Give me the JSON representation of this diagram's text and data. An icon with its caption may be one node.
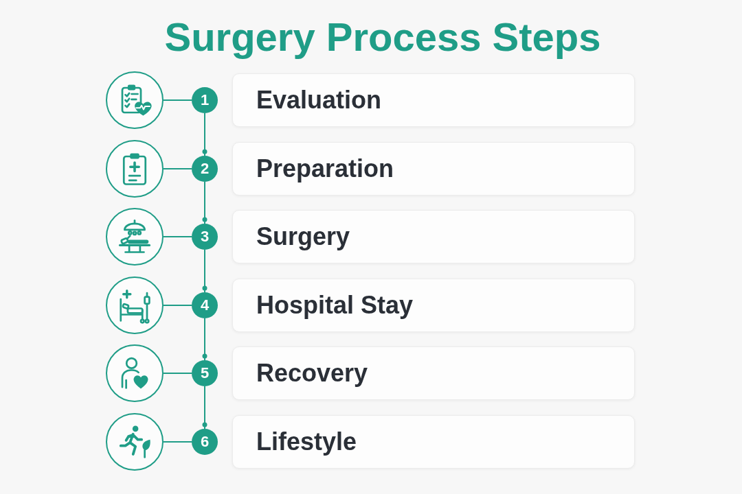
{
  "diagram": {
    "title": "Surgery Process Steps",
    "nodes": [
      {
        "text": [],
        "shape": "picture"
      },
      {
        "text": [
          "1"
        ]
      },
      {
        "text": [
          "Evaluation"
        ]
      },
      {
        "text": [],
        "shape": "picture"
      },
      {
        "text": [
          "2"
        ]
      },
      {
        "text": [
          "Preparation"
        ]
      },
      {
        "text": [],
        "shape": "picture"
      },
      {
        "text": [
          "3"
        ]
      },
      {
        "text": [
          "Surgery"
        ]
      },
      {
        "text": [],
        "shape": "picture"
      },
      {
        "text": [
          "4"
        ]
      },
      {
        "text": [
          "Hospital Stay"
        ]
      },
      {
        "text": [],
        "shape": "picture"
      },
      {
        "text": [
          "5"
        ]
      },
      {
        "text": [
          "Recovery"
        ]
      },
      {
        "text": [],
        "shape": "picture"
      },
      {
        "text": [
          "6"
        ]
      },
      {
        "text": [
          "Lifestyle"
        ]
      }
    ],
    "edges": [
      {
        "from": 0,
        "to": 1,
        "arrow": "none"
      },
      {
        "from": 1,
        "to": 4,
        "arrow": "other"
      },
      {
        "from": 3,
        "to": 4,
        "arrow": "none"
      },
      {
        "from": 4,
        "to": 7,
        "arrow": "other"
      },
      {
        "from": 6,
        "to": 7,
        "arrow": "none"
      },
      {
        "from": 7,
        "to": 10,
        "arrow": "other"
      },
      {
        "from": 9,
        "to": 10,
        "arrow": "none"
      },
      {
        "from": 10,
        "to": 13,
        "arrow": "other"
      },
      {
        "from": 12,
        "to": 13,
        "arrow": "none"
      },
      {
        "from": 13,
        "to": 16,
        "arrow": "other"
      },
      {
        "from": 15,
        "to": 16,
        "arrow": "none"
      }
    ]
  }
}
